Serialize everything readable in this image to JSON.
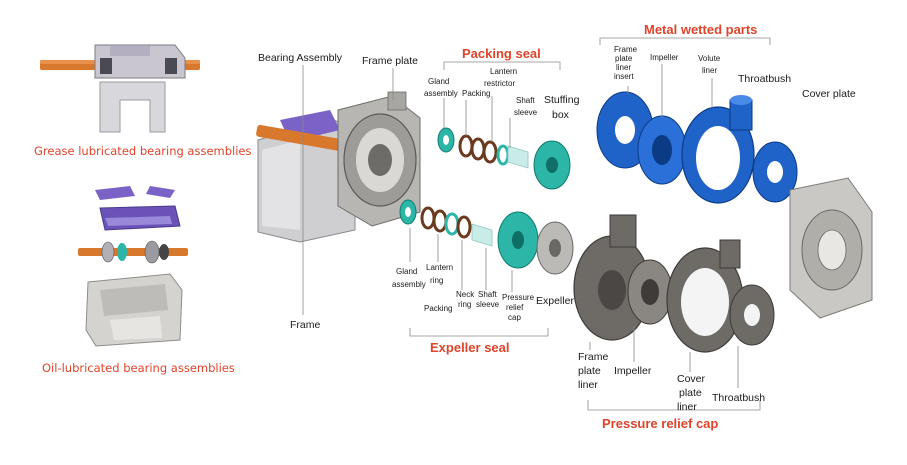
{
  "colors": {
    "accent_red": "#e0442b",
    "blue_part": "#1f62c8",
    "teal_part": "#2bb6a8",
    "grey_part": "#6e6a66",
    "orange_shaft": "#d8782c",
    "purple_housing": "#7a62c6"
  },
  "left": {
    "grease_caption": "Grease lubricated bearing assemblies",
    "oil_caption": "Oil-lubricated bearing assemblies"
  },
  "labels": {
    "bearing_assembly": "Bearing Assembly",
    "frame_plate": "Frame plate",
    "frame": "Frame",
    "gland_assembly_top": [
      "Gland",
      "assembly"
    ],
    "packing_top": "Packing",
    "lantern_restrictor": [
      "Lantern",
      "restrictor"
    ],
    "shaft_sleeve_top": [
      "Shaft",
      "sleeve"
    ],
    "stuffing_box": [
      "Stuffing",
      "box"
    ],
    "frame_plate_liner_insert": [
      "Frame",
      "plate",
      "liner",
      "insert"
    ],
    "impeller_top": "Impeller",
    "volute_liner": [
      "Volute",
      "liner"
    ],
    "throatbush_top": "Throatbush",
    "cover_plate": "Cover plate",
    "gland_assembly_bottom": [
      "Gland",
      "assembly"
    ],
    "lantern_ring": [
      "Lantern",
      "ring"
    ],
    "packing_bottom": "Packing",
    "neck_ring": [
      "Neck",
      "ring"
    ],
    "shaft_sleeve_bottom": [
      "Shaft",
      "sleeve"
    ],
    "pressure_relief_cap_small": [
      "Pressure",
      "relief",
      "cap"
    ],
    "expeller": "Expeller",
    "frame_plate_liner_bottom": [
      "Frame",
      "plate",
      "liner"
    ],
    "impeller_bottom": "Impeller",
    "cover_plate_liner": [
      "Cover",
      "plate",
      "liner"
    ],
    "throatbush_bottom": "Throatbush"
  },
  "groups": {
    "packing_seal": "Packing seal",
    "metal_wetted_parts": "Metal wetted parts",
    "expeller_seal": "Expeller seal",
    "pressure_relief_cap": "Pressure relief cap"
  }
}
